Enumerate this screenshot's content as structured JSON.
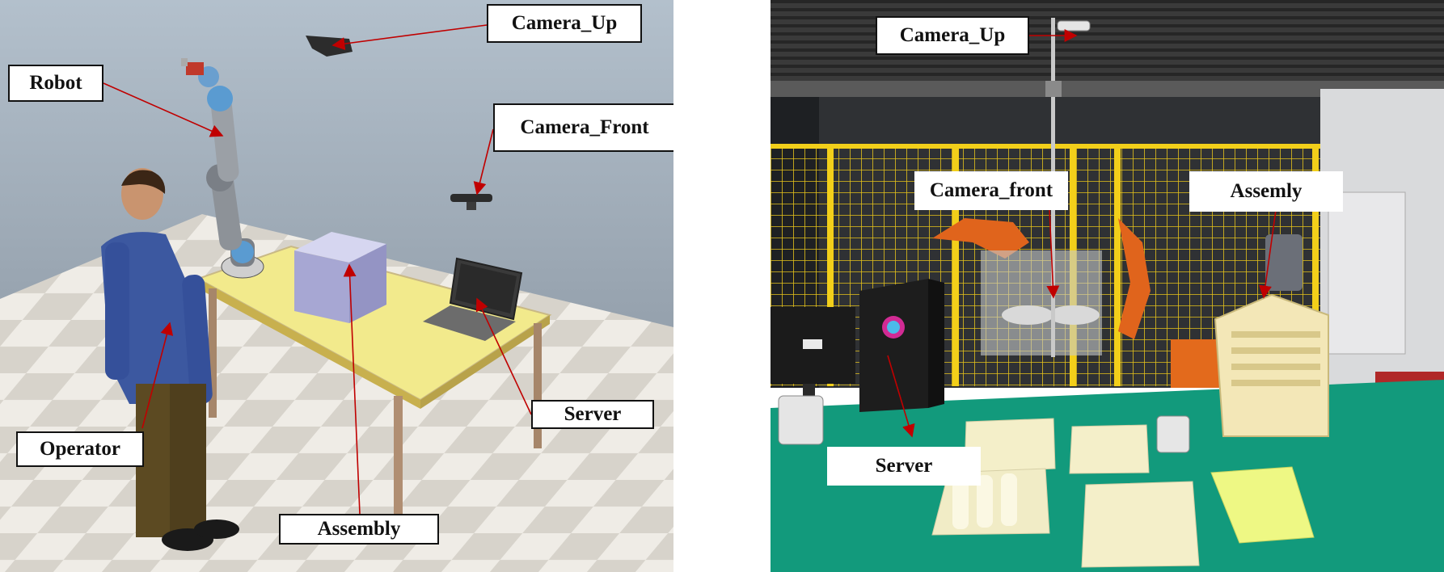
{
  "simulation": {
    "labels": {
      "camera_up": "Camera_Up",
      "robot": "Robot",
      "camera_front": "Camera_Front",
      "server": "Server",
      "operator": "Operator",
      "assembly": "Assembly"
    }
  },
  "photo": {
    "labels": {
      "camera_up": "Camera_Up",
      "camera_front": "Camera_front",
      "assembly": "Assemly",
      "server": "Server"
    }
  },
  "colors": {
    "arrow": "#c00000",
    "table_top": "#f2ea8c",
    "workbench": "#129a7c",
    "fence": "#f2cf1a",
    "robot_arm_photo": "#e0641c"
  }
}
